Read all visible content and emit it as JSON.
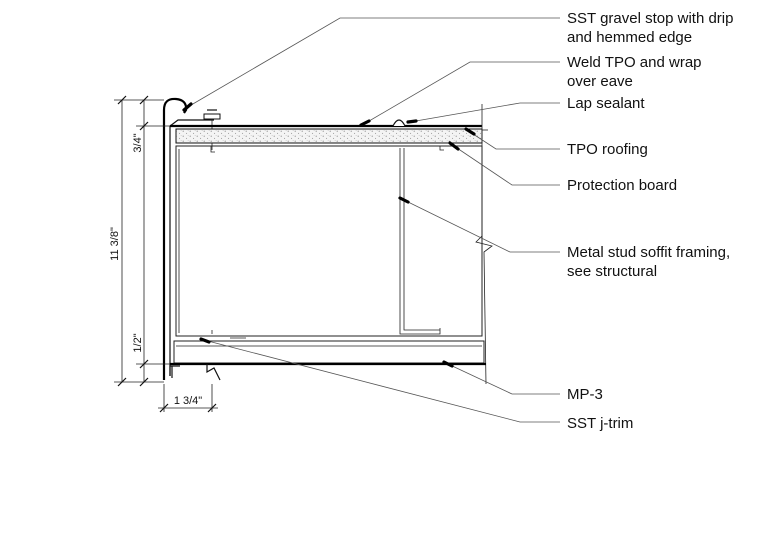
{
  "labels": {
    "gravel_stop": [
      "SST gravel stop with drip",
      "and hemmed edge"
    ],
    "weld_tpo": [
      "Weld TPO and wrap",
      "over eave"
    ],
    "lap_sealant": "Lap sealant",
    "tpo_roofing": "TPO roofing",
    "protection_board": "Protection board",
    "metal_stud": [
      "Metal stud soffit framing,",
      "see structural"
    ],
    "mp3": "MP-3",
    "sst_jtrim": "SST j-trim"
  },
  "dimensions": {
    "overall_height": "11 3/8\"",
    "top": "3/4\"",
    "bottom": "1/2\"",
    "width": "1 3/4\""
  }
}
